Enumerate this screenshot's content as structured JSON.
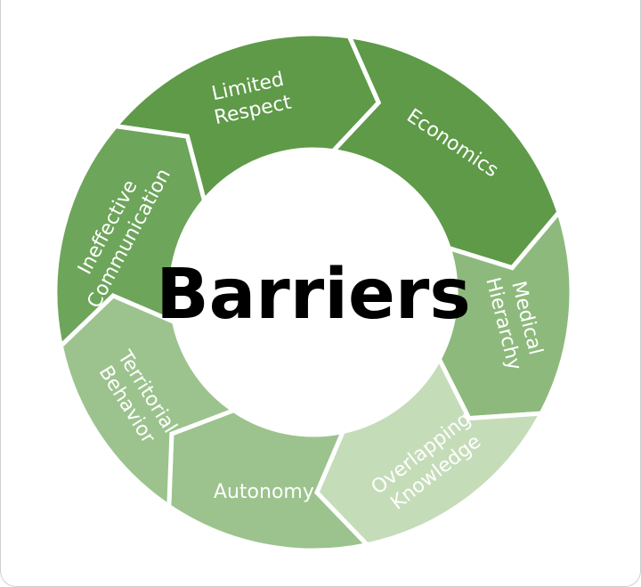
{
  "center_label": "Barriers",
  "segments": [
    {
      "lines": [
        "Limited",
        "Respect"
      ],
      "color": "#5e9a48"
    },
    {
      "lines": [
        "Economics"
      ],
      "color": "#5e9a48"
    },
    {
      "lines": [
        "Medical",
        "Hierarchy"
      ],
      "color": "#8dba7c"
    },
    {
      "lines": [
        "Overlapping",
        "Knowledge"
      ],
      "color": "#c5dcb9"
    },
    {
      "lines": [
        "Autonomy"
      ],
      "color": "#9cc38d"
    },
    {
      "lines": [
        "Territorial",
        "Behavior"
      ],
      "color": "#9cc38d"
    },
    {
      "lines": [
        "Ineffective",
        "Communication"
      ],
      "color": "#6da55a"
    }
  ]
}
